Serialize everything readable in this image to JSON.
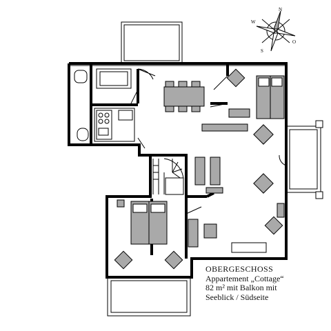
{
  "floor_label": "OBERGESCHOSS",
  "description": {
    "line1": "Appartement „Cottage“",
    "line2": "82 m² mit Balkon mit",
    "line3": "Seeblick / Südseite"
  },
  "compass": {
    "n": "N",
    "e": "O",
    "s": "S",
    "w": "W"
  }
}
